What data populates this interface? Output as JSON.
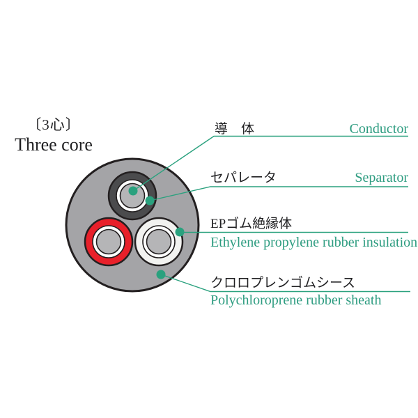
{
  "title": {
    "jp": "〔3心〕",
    "en": "Three core"
  },
  "callouts": [
    {
      "jp": "導　体",
      "en": "Conductor"
    },
    {
      "jp": "セパレータ",
      "en": "Separator"
    },
    {
      "jp": "EPゴム絶縁体",
      "en": "Ethylene propylene rubber insulation"
    },
    {
      "jp": "クロロプレンゴムシース",
      "en": "Polychloroprene rubber sheath"
    }
  ],
  "diagram": {
    "colors": {
      "sheath": "#a4a4a7",
      "conductor": "#b5b5b7",
      "separator_ring": "#ffffff",
      "core_black": "#4b4b4d",
      "core_red": "#e8202a",
      "core_white": "#f2f2f0",
      "leader": "#2aa17e"
    }
  }
}
